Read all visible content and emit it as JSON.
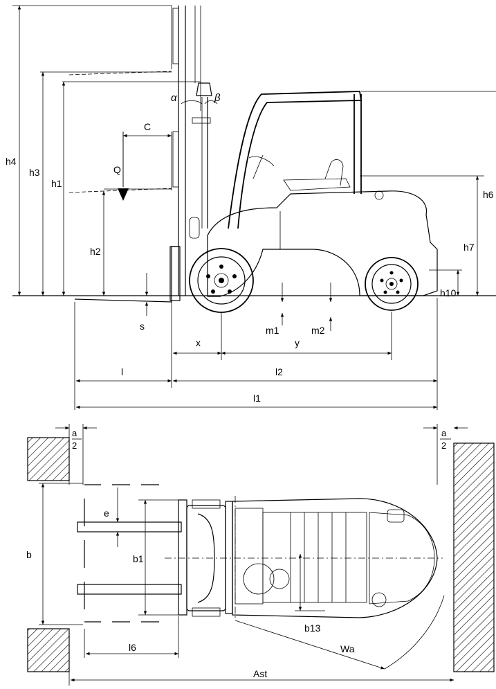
{
  "side_view": {
    "labels": {
      "h4": "h4",
      "h3": "h3",
      "h1": "h1",
      "h2": "h2",
      "s": "s",
      "C": "C",
      "Q": "Q",
      "alpha": "α",
      "beta": "β",
      "h6": "h6",
      "h7": "h7",
      "h10": "h10",
      "m1": "m1",
      "m2": "m2",
      "x": "x",
      "y": "y",
      "l": "l",
      "l2": "l2",
      "l1": "l1"
    }
  },
  "top_view": {
    "labels": {
      "a_over_2_left_num": "a",
      "a_over_2_left_den": "2",
      "a_over_2_right_num": "a",
      "a_over_2_right_den": "2",
      "b": "b",
      "e": "e",
      "b1": "b1",
      "b13": "b13",
      "l6": "l6",
      "Wa": "Wa",
      "Ast": "Ast"
    }
  },
  "colors": {
    "line": "#000000",
    "background": "#ffffff"
  }
}
